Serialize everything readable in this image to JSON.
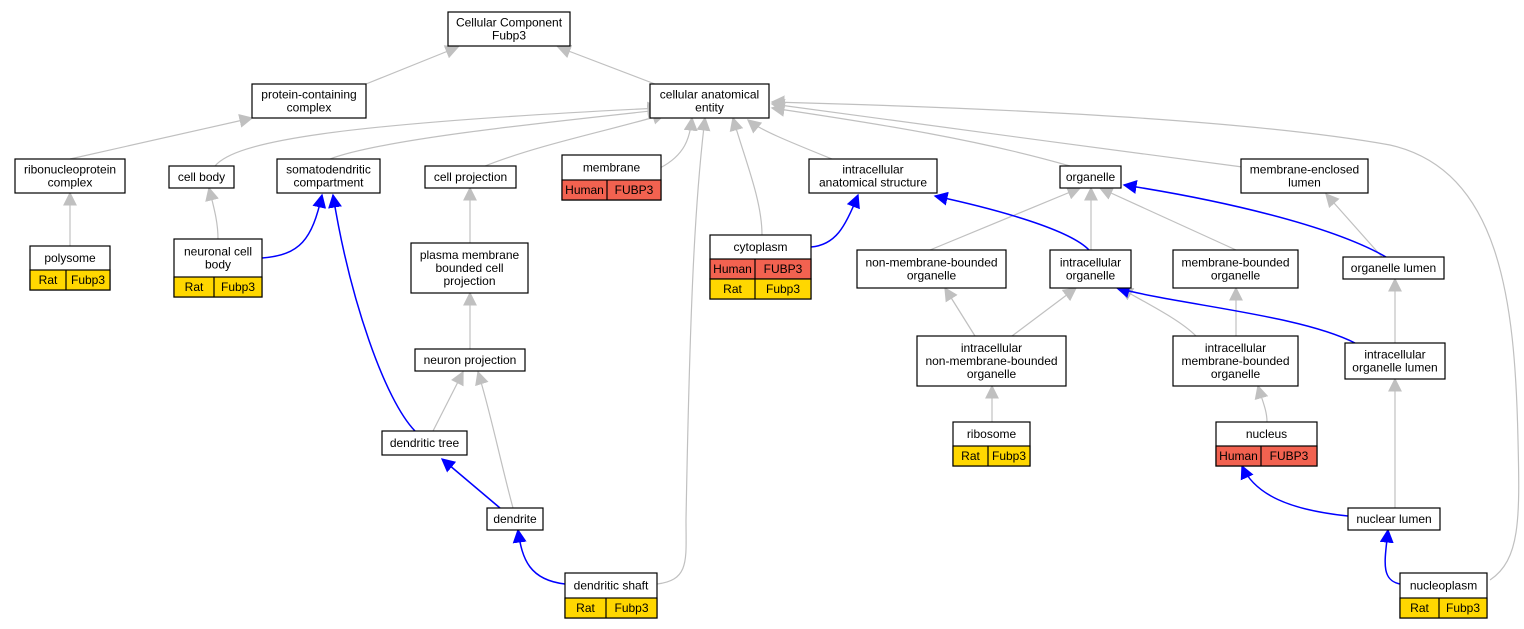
{
  "colors": {
    "gray_edge": "#c0c0c0",
    "blue_edge": "#0000ff",
    "human_cell": "#f26250",
    "rat_cell": "#ffd700",
    "node_border": "#000000"
  },
  "nodes": {
    "root": {
      "lines": [
        "Cellular Component",
        "Fubp3"
      ]
    },
    "protein_complex": {
      "lines": [
        "protein-containing",
        "complex"
      ]
    },
    "cell_anat": {
      "lines": [
        "cellular anatomical",
        "entity"
      ]
    },
    "ribonucleo": {
      "lines": [
        "ribonucleoprotein",
        "complex"
      ]
    },
    "cell_body": {
      "lines": [
        "cell body"
      ]
    },
    "somatodendritic": {
      "lines": [
        "somatodendritic",
        "compartment"
      ]
    },
    "cell_projection": {
      "lines": [
        "cell projection"
      ]
    },
    "membrane": {
      "lines": [
        "membrane"
      ],
      "species": [
        {
          "name": "Human",
          "gene": "FUBP3"
        }
      ]
    },
    "intracellular_anat": {
      "lines": [
        "intracellular",
        "anatomical structure"
      ]
    },
    "organelle": {
      "lines": [
        "organelle"
      ]
    },
    "mem_enclosed_lumen": {
      "lines": [
        "membrane-enclosed",
        "lumen"
      ]
    },
    "polysome": {
      "lines": [
        "polysome"
      ],
      "species": [
        {
          "name": "Rat",
          "gene": "Fubp3"
        }
      ]
    },
    "neuronal_cell_body": {
      "lines": [
        "neuronal cell",
        "body"
      ],
      "species": [
        {
          "name": "Rat",
          "gene": "Fubp3"
        }
      ]
    },
    "plasma_membrane_proj": {
      "lines": [
        "plasma membrane",
        "bounded cell",
        "projection"
      ]
    },
    "cytoplasm": {
      "lines": [
        "cytoplasm"
      ],
      "species": [
        {
          "name": "Human",
          "gene": "FUBP3"
        },
        {
          "name": "Rat",
          "gene": "Fubp3"
        }
      ]
    },
    "non_mem_organelle": {
      "lines": [
        "non-membrane-bounded",
        "organelle"
      ]
    },
    "intracellular_organelle": {
      "lines": [
        "intracellular",
        "organelle"
      ]
    },
    "mem_bounded_organelle": {
      "lines": [
        "membrane-bounded",
        "organelle"
      ]
    },
    "organelle_lumen": {
      "lines": [
        "organelle lumen"
      ]
    },
    "neuron_projection": {
      "lines": [
        "neuron projection"
      ]
    },
    "intra_non_mem_organelle": {
      "lines": [
        "intracellular",
        "non-membrane-bounded",
        "organelle"
      ]
    },
    "intra_mem_organelle": {
      "lines": [
        "intracellular",
        "membrane-bounded",
        "organelle"
      ]
    },
    "intra_organelle_lumen": {
      "lines": [
        "intracellular",
        "organelle lumen"
      ]
    },
    "dendritic_tree": {
      "lines": [
        "dendritic tree"
      ]
    },
    "ribosome": {
      "lines": [
        "ribosome"
      ],
      "species": [
        {
          "name": "Rat",
          "gene": "Fubp3"
        }
      ]
    },
    "nucleus": {
      "lines": [
        "nucleus"
      ],
      "species": [
        {
          "name": "Human",
          "gene": "FUBP3"
        }
      ]
    },
    "dendrite": {
      "lines": [
        "dendrite"
      ]
    },
    "nuclear_lumen": {
      "lines": [
        "nuclear lumen"
      ]
    },
    "dendritic_shaft": {
      "lines": [
        "dendritic shaft"
      ],
      "species": [
        {
          "name": "Rat",
          "gene": "Fubp3"
        }
      ]
    },
    "nucleoplasm": {
      "lines": [
        "nucleoplasm"
      ],
      "species": [
        {
          "name": "Rat",
          "gene": "Fubp3"
        }
      ]
    }
  }
}
